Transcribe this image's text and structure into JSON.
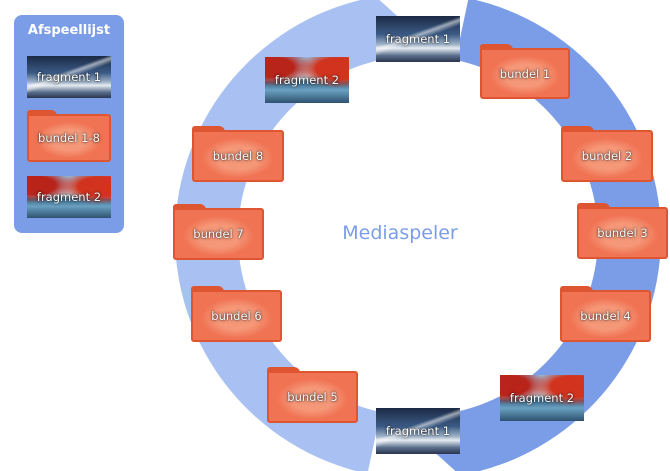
{
  "playlist": {
    "title": "Afspeellijst",
    "items": [
      {
        "label": "fragment 1",
        "kind": "video",
        "scene": "mountain"
      },
      {
        "label": "bundel 1-8",
        "kind": "bundle",
        "scene": "animal"
      },
      {
        "label": "fragment 2",
        "kind": "video",
        "scene": "lake"
      }
    ]
  },
  "player": {
    "title": "Mediaspeler",
    "sequence": [
      {
        "label": "fragment 1",
        "kind": "video",
        "scene": "mountain"
      },
      {
        "label": "bundel 1",
        "kind": "bundle",
        "scene": "animal"
      },
      {
        "label": "bundel 2",
        "kind": "bundle",
        "scene": "animal"
      },
      {
        "label": "bundel 3",
        "kind": "bundle",
        "scene": "animal"
      },
      {
        "label": "bundel 4",
        "kind": "bundle",
        "scene": "animal"
      },
      {
        "label": "fragment 2",
        "kind": "video",
        "scene": "lake"
      },
      {
        "label": "fragment 1",
        "kind": "video",
        "scene": "mountain"
      },
      {
        "label": "bundel 5",
        "kind": "bundle",
        "scene": "animal"
      },
      {
        "label": "bundel 6",
        "kind": "bundle",
        "scene": "animal"
      },
      {
        "label": "bundel 7",
        "kind": "bundle",
        "scene": "animal"
      },
      {
        "label": "bundel 8",
        "kind": "bundle",
        "scene": "animal"
      },
      {
        "label": "fragment 2",
        "kind": "video",
        "scene": "lake"
      }
    ]
  },
  "colors": {
    "ring": "#7b9de8",
    "ring_light": "#a9c0f2",
    "bundle_fill": "#f07353",
    "bundle_border": "#de5531",
    "title_text": "#7b9de8"
  }
}
